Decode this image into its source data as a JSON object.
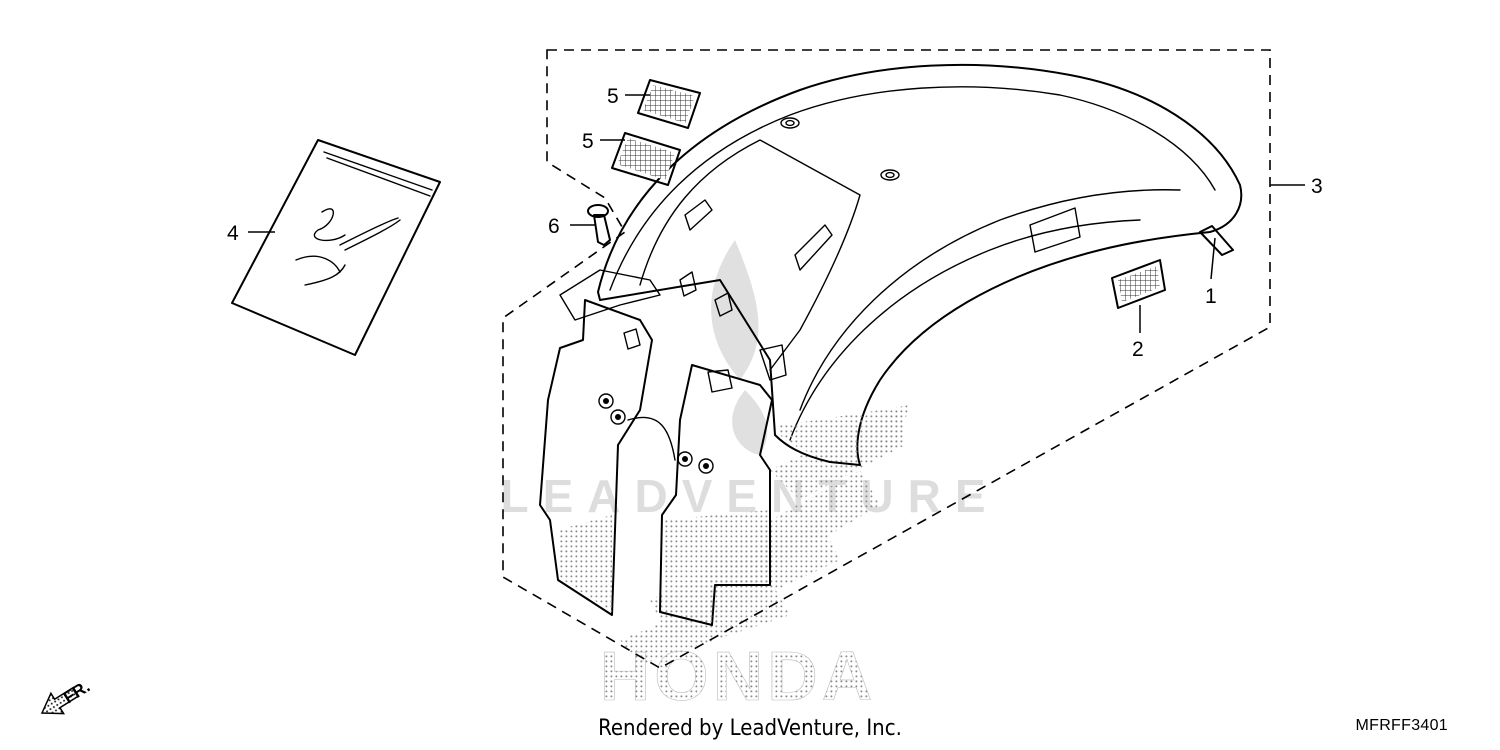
{
  "callouts": {
    "c1": "1",
    "c2": "2",
    "c3": "3",
    "c4": "4",
    "c5a": "5",
    "c5b": "5",
    "c6": "6"
  },
  "direction_marker": {
    "label": "FR.",
    "icon": "front-arrow-icon"
  },
  "watermarks": {
    "brand": "HONDA",
    "publisher": "LEADVENTURE"
  },
  "footer": {
    "credit": "Rendered by LeadVenture, Inc.",
    "code": "MFRFF3401"
  }
}
